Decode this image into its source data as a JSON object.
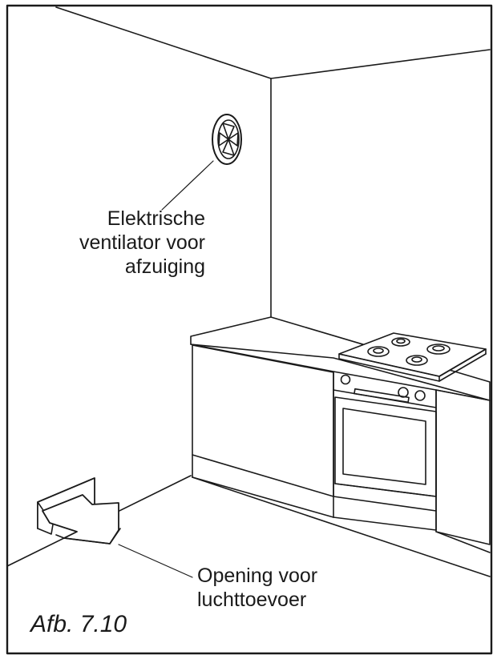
{
  "labels": {
    "fan_line1": "Elektrische",
    "fan_line2": "ventilator voor",
    "fan_line3": "afzuiging",
    "vent_line1": "Opening voor",
    "vent_line2": "luchttoevoer"
  },
  "caption": "Afb. 7.10"
}
